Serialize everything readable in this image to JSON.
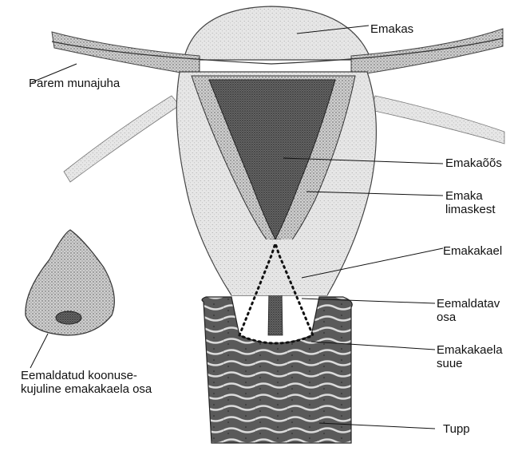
{
  "labels": {
    "uterus": "Emakas",
    "right_tube": "Parem munajuha",
    "cavity": "Emakaõõs",
    "mucosa_line1": "Emaka",
    "mucosa_line2": "limaskest",
    "cervix": "Emakakael",
    "removed_line1": "Eemaldatav",
    "removed_line2": "osa",
    "os_line1": "Emakakaela",
    "os_line2": "suue",
    "vagina": "Tupp",
    "cone_line1": "Eemaldatud koonuse-",
    "cone_line2": "kujuline emakakaela osa"
  },
  "colors": {
    "stipple_dark": "#2a2a2a",
    "stipple_mid": "#7a7a7a",
    "tissue_light": "#d8d8d8",
    "background": "#ffffff"
  }
}
